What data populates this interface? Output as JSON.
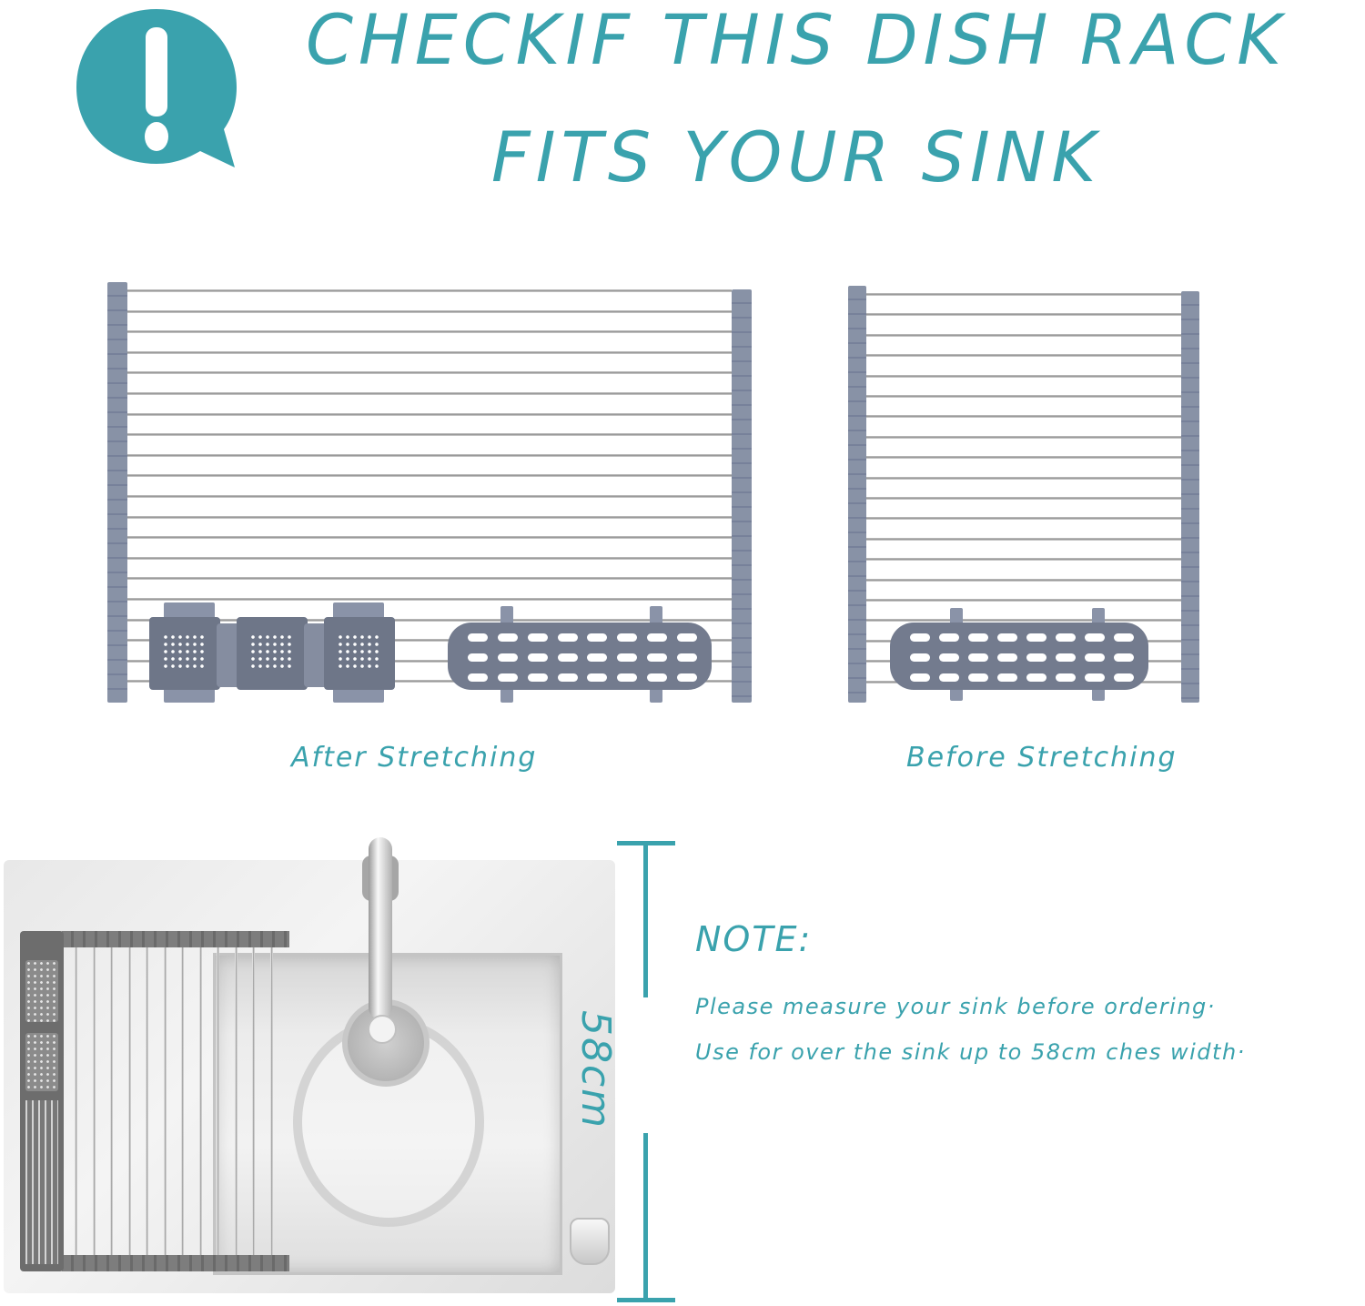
{
  "header": {
    "icon": "exclamation-speech-bubble-icon",
    "headline_line1": "CHECKIF THIS DISH RACK",
    "headline_line2": "FITS YOUR SINK"
  },
  "colors": {
    "accent_teal": "#3aa2ad",
    "rail_gray": "#8a93a8",
    "basket_gray": "#6e7688",
    "background": "#ffffff"
  },
  "racks": {
    "after": {
      "caption": "After Stretching",
      "rod_count": 20,
      "accessories": [
        "utensil-basket",
        "utensil-basket",
        "utensil-basket",
        "sponge-tray"
      ]
    },
    "before": {
      "caption": "Before Stretching",
      "rod_count": 20,
      "accessories": [
        "sponge-tray"
      ]
    }
  },
  "sink": {
    "dimension_label": "58cm"
  },
  "note": {
    "title": "NOTE:",
    "lines": [
      "Please measure your sink before ordering·",
      "Use for over the sink up to 58cm ches width·"
    ]
  }
}
